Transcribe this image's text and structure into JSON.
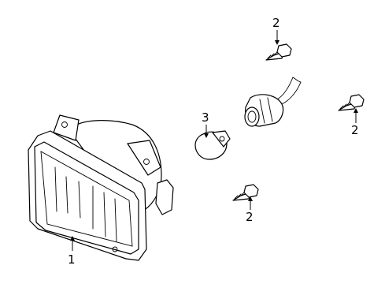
{
  "diagram": {
    "callouts": {
      "headlamp": "1",
      "bolt_top": "2",
      "bolt_right": "2",
      "bolt_bottom": "2",
      "bulb": "3"
    },
    "colors": {
      "line": "#000000",
      "background": "#ffffff"
    }
  }
}
